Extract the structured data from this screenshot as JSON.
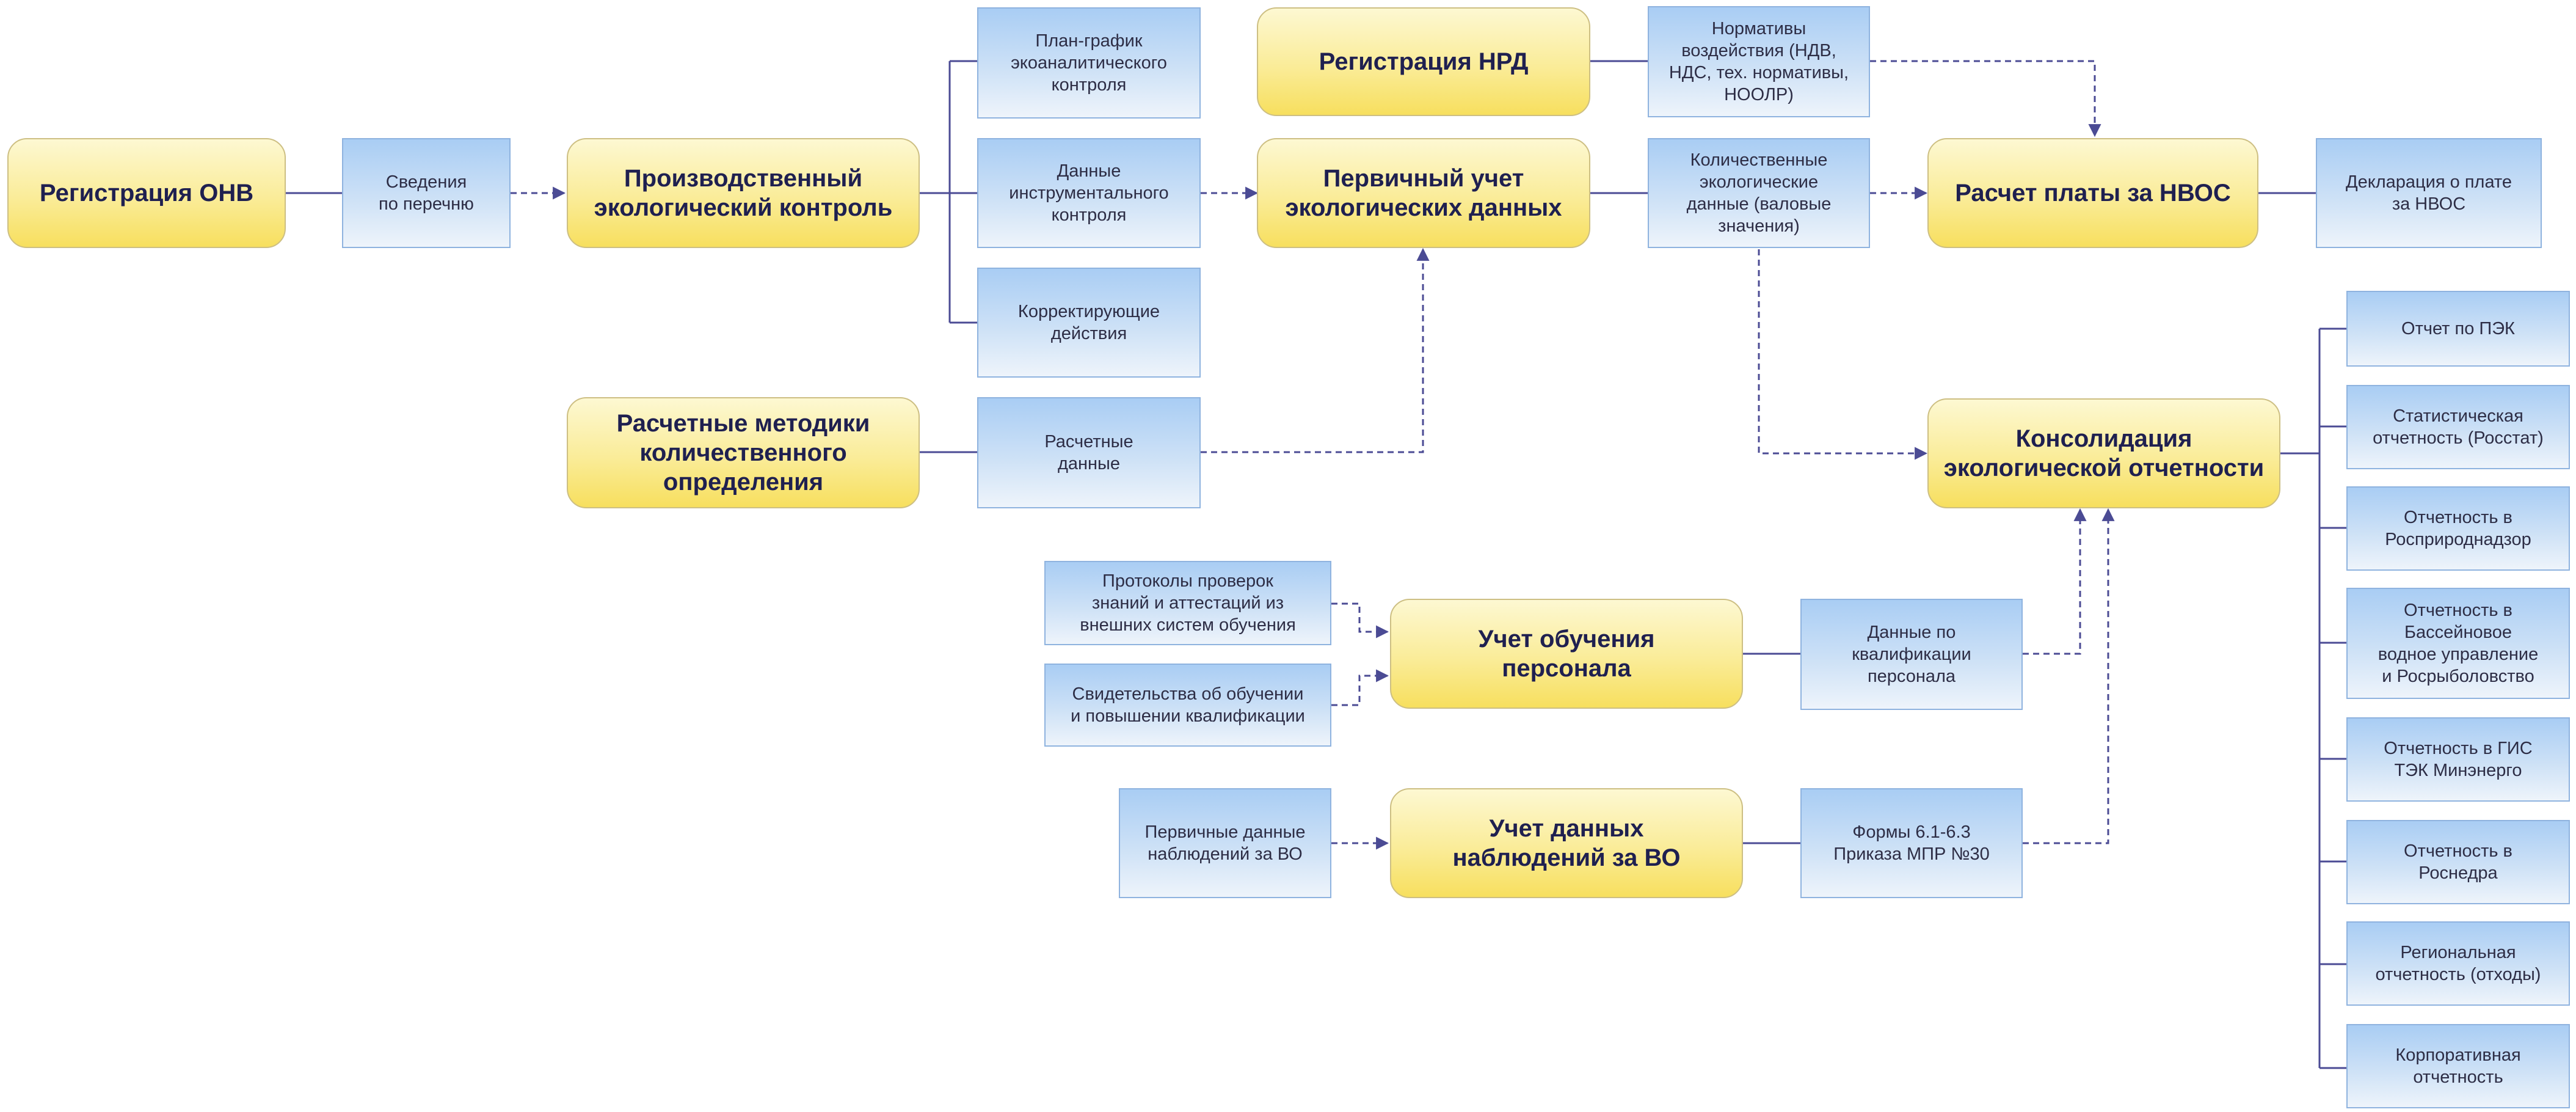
{
  "diagram": {
    "colors": {
      "connector": "#4b4b94",
      "process_fill_top": "#fdf8d2",
      "process_fill_bottom": "#f7df5e",
      "data_fill_top": "#a9cdf4",
      "data_fill_bottom": "#eef4fb"
    },
    "processes": {
      "reg_onv": "Регистрация ОНВ",
      "pek": "Производственный\nэкологический контроль",
      "metod": "Расчетные методики\nколичественного\nопределения",
      "reg_nrd": "Регистрация НРД",
      "perv": "Первичный учет\nэкологических данных",
      "plata": "Расчет платы за НВОС",
      "konsol": "Консолидация\nэкологической отчетности",
      "obuch": "Учет обучения\nперсонала",
      "vo": "Учет данных\nнаблюдений за ВО"
    },
    "data_blocks": {
      "sved": "Сведения\nпо перечню",
      "plan": "План-график\nэкоаналитического\nконтроля",
      "instr": "Данные\nинструментального\nконтроля",
      "korr": "Корректирующие\nдействия",
      "rasch": "Расчетные\nданные",
      "norm": "Нормативы\nвоздействия (НДВ,\nНДС, тех. нормативы,\nНООЛР)",
      "kol": "Количественные\nэкологические\nданные (валовые\nзначения)",
      "dekl": "Декларация о плате\nза НВОС",
      "prot": "Протоколы проверок\nзнаний и аттестаций из\nвнешних систем обучения",
      "svid": "Свидетельства об обучении\nи повышении квалификации",
      "kval": "Данные по\nквалификации\nперсонала",
      "pervvo": "Первичные данные\nнаблюдений за ВО",
      "formy": "Формы 6.1-6.3\nПриказа МПР №30"
    },
    "reports": [
      "Отчет по ПЭК",
      "Статистическая\nотчетность (Росстат)",
      "Отчетность в\nРосприроднадзор",
      "Отчетность в\nБассейновое\nводное управление\nи Росрыболовство",
      "Отчетность в ГИС\nТЭК Минэнерго",
      "Отчетность в\nРоснедра",
      "Региональная\nотчетность (отходы)",
      "Корпоративная\nотчетность"
    ]
  }
}
